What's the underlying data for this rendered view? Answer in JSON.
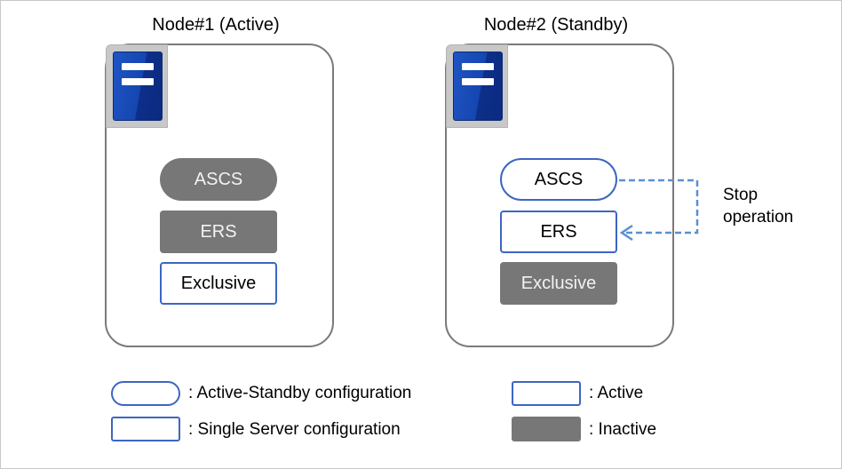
{
  "nodes": [
    {
      "title": "Node#1 (Active)",
      "resources": [
        {
          "label": "ASCS",
          "shape": "pill",
          "state": "inactive"
        },
        {
          "label": "ERS",
          "shape": "rect",
          "state": "inactive"
        },
        {
          "label": "Exclusive",
          "shape": "rect",
          "state": "active"
        }
      ]
    },
    {
      "title": "Node#2 (Standby)",
      "resources": [
        {
          "label": "ASCS",
          "shape": "pill",
          "state": "active"
        },
        {
          "label": "ERS",
          "shape": "rect",
          "state": "active"
        },
        {
          "label": "Exclusive",
          "shape": "rect",
          "state": "inactive"
        }
      ]
    }
  ],
  "annotation": {
    "line1": "Stop",
    "line2": "operation"
  },
  "legend": [
    {
      "label": ": Active-Standby configuration",
      "shape": "pill",
      "state": "active"
    },
    {
      "label": ": Single Server configuration",
      "shape": "rect",
      "state": "active"
    },
    {
      "label": ": Active",
      "shape": "rect",
      "state": "active"
    },
    {
      "label": ": Inactive",
      "shape": "rect",
      "state": "inactive"
    }
  ],
  "colors": {
    "active_border": "#3d66c2",
    "inactive_fill": "#777777",
    "node_border": "#7a7a7a",
    "arrow": "#5b8fd0",
    "server_blue": "#1646b0"
  },
  "icons": {
    "server": "server-icon"
  }
}
